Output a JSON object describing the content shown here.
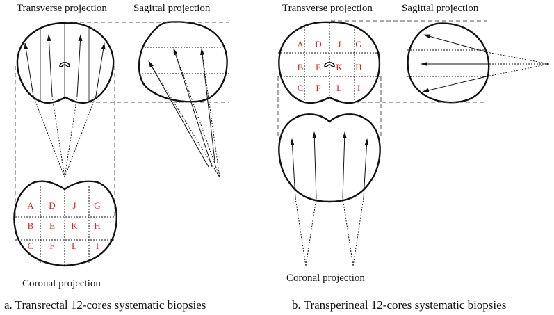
{
  "panel_a": {
    "transverse_title": "Transverse projection",
    "sagittal_title": "Sagittal projection",
    "coronal_title": "Coronal projection",
    "caption": "a. Transrectal 12-cores systematic biopsies",
    "zones": [
      "A",
      "D",
      "J",
      "G",
      "B",
      "E",
      "K",
      "H",
      "C",
      "F",
      "L",
      "I"
    ]
  },
  "panel_b": {
    "transverse_title": "Transverse projection",
    "sagittal_title": "Sagittal projection",
    "coronal_title": "Coronal projection",
    "caption": "b. Transperineal 12-cores systematic biopsies",
    "zones": [
      "A",
      "D",
      "J",
      "G",
      "B",
      "E",
      "K",
      "H",
      "C",
      "F",
      "L",
      "I"
    ]
  },
  "colors": {
    "zone_label": "#e0201c",
    "outline": "#111111"
  }
}
